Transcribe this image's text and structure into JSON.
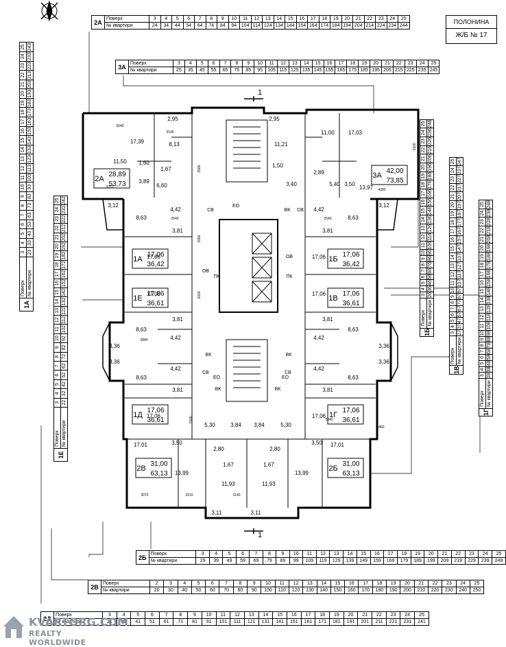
{
  "building": {
    "series": "ПОЛОНИНА",
    "name": "Ж/Б № 17",
    "section_marker": "1",
    "labels": {
      "floor": "Поверх",
      "apt": "№ квартири"
    }
  },
  "tables": [
    {
      "id": "2A",
      "floors": [
        3,
        4,
        5,
        6,
        7,
        8,
        9,
        10,
        11,
        12,
        13,
        14,
        15,
        16,
        17,
        18,
        19,
        20,
        21,
        22,
        23,
        24,
        25
      ],
      "apts": [
        24,
        34,
        44,
        54,
        64,
        74,
        84,
        94,
        104,
        114,
        124,
        134,
        144,
        154,
        164,
        174,
        184,
        194,
        204,
        214,
        224,
        234,
        244
      ]
    },
    {
      "id": "3A",
      "floors": [
        3,
        4,
        5,
        6,
        7,
        8,
        9,
        10,
        11,
        12,
        13,
        14,
        15,
        16,
        17,
        18,
        19,
        20,
        21,
        22,
        23,
        24,
        25
      ],
      "apts": [
        25,
        35,
        45,
        55,
        65,
        75,
        85,
        95,
        105,
        115,
        125,
        135,
        145,
        155,
        165,
        175,
        185,
        195,
        205,
        215,
        225,
        235,
        245
      ]
    },
    {
      "id": "1A",
      "floors": [
        3,
        4,
        5,
        6,
        7,
        8,
        9,
        10,
        11,
        12,
        13,
        14,
        15,
        16,
        17,
        18,
        19,
        20,
        21,
        22,
        23,
        24,
        25
      ],
      "apts": [
        23,
        33,
        43,
        53,
        63,
        73,
        83,
        93,
        103,
        113,
        123,
        133,
        143,
        153,
        163,
        173,
        183,
        193,
        203,
        213,
        223,
        233,
        243
      ]
    },
    {
      "id": "1E",
      "floors": [
        3,
        4,
        5,
        6,
        7,
        8,
        9,
        10,
        11,
        12,
        13,
        14,
        15,
        16,
        17,
        18,
        19,
        20,
        21,
        22,
        23,
        24,
        25
      ],
      "apts": [
        22,
        32,
        42,
        52,
        62,
        72,
        82,
        92,
        102,
        112,
        122,
        132,
        142,
        152,
        162,
        172,
        182,
        192,
        202,
        212,
        222,
        232,
        242
      ]
    },
    {
      "id": "1Б",
      "floors": [
        3,
        4,
        5,
        6,
        7,
        8,
        9,
        10,
        11,
        12,
        13,
        14,
        15,
        16,
        17,
        18,
        19,
        20,
        21,
        22,
        23,
        24,
        25
      ],
      "apts": [
        26,
        36,
        46,
        56,
        66,
        76,
        86,
        96,
        106,
        116,
        126,
        136,
        146,
        156,
        166,
        176,
        186,
        196,
        206,
        216,
        226,
        236,
        246
      ]
    },
    {
      "id": "1В",
      "floors": [
        3,
        4,
        5,
        6,
        7,
        8,
        9,
        10,
        11,
        12,
        13,
        14,
        15,
        16,
        17,
        18,
        19,
        20,
        21,
        22,
        23,
        24,
        25
      ],
      "apts": [
        27,
        37,
        47,
        57,
        67,
        77,
        87,
        97,
        107,
        117,
        127,
        137,
        147,
        157,
        167,
        177,
        187,
        197,
        207,
        217,
        227,
        237,
        247
      ]
    },
    {
      "id": "1Г",
      "floors": [
        3,
        4,
        5,
        6,
        7,
        8,
        9,
        10,
        11,
        12,
        13,
        14,
        15,
        16,
        17,
        18,
        19,
        20,
        21,
        22,
        23,
        24,
        25
      ],
      "apts": [
        28,
        38,
        48,
        58,
        68,
        78,
        88,
        98,
        108,
        118,
        128,
        138,
        148,
        158,
        168,
        178,
        188,
        198,
        208,
        218,
        228,
        238,
        248
      ]
    },
    {
      "id": "2Б",
      "floors": [
        3,
        4,
        5,
        6,
        7,
        8,
        9,
        10,
        11,
        12,
        13,
        14,
        15,
        16,
        17,
        18,
        19,
        20,
        21,
        22,
        23,
        24,
        25
      ],
      "apts": [
        29,
        39,
        49,
        59,
        69,
        79,
        89,
        99,
        109,
        119,
        129,
        139,
        149,
        159,
        169,
        179,
        189,
        199,
        209,
        219,
        229,
        239,
        249
      ]
    },
    {
      "id": "2В",
      "floors": [
        2,
        3,
        4,
        5,
        6,
        7,
        8,
        9,
        10,
        11,
        12,
        13,
        14,
        15,
        16,
        17,
        18,
        19,
        20,
        21,
        22,
        23,
        24,
        25
      ],
      "apts": [
        20,
        30,
        40,
        50,
        60,
        70,
        80,
        90,
        100,
        110,
        120,
        130,
        140,
        150,
        160,
        170,
        180,
        190,
        200,
        210,
        220,
        230,
        240,
        250
      ]
    },
    {
      "id": "2Д",
      "floors": [
        3,
        4,
        5,
        6,
        7,
        8,
        9,
        10,
        11,
        12,
        13,
        14,
        15,
        16,
        17,
        18,
        19,
        20,
        21,
        22,
        23,
        24,
        25
      ],
      "apts": [
        21,
        31,
        41,
        51,
        61,
        71,
        81,
        91,
        101,
        111,
        121,
        131,
        141,
        151,
        161,
        171,
        181,
        191,
        201,
        211,
        221,
        231,
        241
      ]
    }
  ],
  "apartments": [
    {
      "code": "2А",
      "total": "28,89",
      "area": "53,73"
    },
    {
      "code": "3А",
      "total": "42,00",
      "area": "73,85"
    },
    {
      "code": "1А",
      "total": "17,06",
      "area": "36,42"
    },
    {
      "code": "1Б",
      "total": "17,06",
      "area": "36,42"
    },
    {
      "code": "1Е",
      "total": "17,06",
      "area": "36,61"
    },
    {
      "code": "1В",
      "total": "17,06",
      "area": "36,61"
    },
    {
      "code": "1Д",
      "total": "17,06",
      "area": "36,61"
    },
    {
      "code": "1Г",
      "total": "17,06",
      "area": "36,61"
    },
    {
      "code": "2В",
      "total": "31,00",
      "area": "63,13"
    },
    {
      "code": "2Б",
      "total": "31,00",
      "area": "63,13"
    }
  ],
  "room_areas": [
    "17,39",
    "11,50",
    "1,60",
    "1,67",
    "3,89",
    "6,60",
    "8,13",
    "2,95",
    "2,95",
    "11,21",
    "1,50",
    "3,40",
    "11,00",
    "17,03",
    "2,89",
    "5,40",
    "3,50",
    "13,97",
    "3,12",
    "3,12",
    "4,42",
    "4,42",
    "8,63",
    "8,63",
    "3,81",
    "3,81",
    "17,06",
    "17,06",
    "17,06",
    "17,06",
    "3,81",
    "3,81",
    "8,63",
    "8,63",
    "3,36",
    "3,36",
    "3,36",
    "3,36",
    "4,42",
    "4,42",
    "4,42",
    "4,42",
    "8,63",
    "8,63",
    "3,81",
    "3,81",
    "17,06",
    "17,06",
    "5,30",
    "3,84",
    "3,84",
    "5,30",
    "17,01",
    "17,01",
    "3,50",
    "3,50",
    "2,80",
    "2,80",
    "1,67",
    "1,67",
    "13,99",
    "13,99",
    "11,93",
    "11,93",
    "3,11",
    "3,11"
  ],
  "dimensions": [
    "5540",
    "3140",
    "2540",
    "2840",
    "3370",
    "4280",
    "5460",
    "5940",
    "2540",
    "3070",
    "3210",
    "3140",
    "2580",
    "2660",
    "2000",
    "1500",
    "3190"
  ],
  "room_codes": [
    "СВ",
    "ЕО",
    "ВК",
    "ПК",
    "ОВ"
  ],
  "watermark": {
    "line1": "KVARTORG.COM",
    "line2": "REALTY WORLDWIDE"
  },
  "colors": {
    "line": "#000000",
    "paper": "#ffffff",
    "watermark": "#8a8f99"
  }
}
